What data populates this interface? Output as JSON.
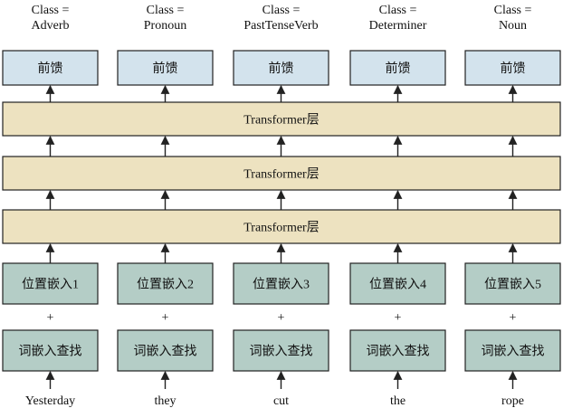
{
  "columns": [
    {
      "word": "Yesterday",
      "embed": "词嵌入查找",
      "pos": "位置嵌入1",
      "ffn": "前馈",
      "class_label": "Class =",
      "class_value": "Adverb"
    },
    {
      "word": "they",
      "embed": "词嵌入查找",
      "pos": "位置嵌入2",
      "ffn": "前馈",
      "class_label": "Class =",
      "class_value": "Pronoun"
    },
    {
      "word": "cut",
      "embed": "词嵌入查找",
      "pos": "位置嵌入3",
      "ffn": "前馈",
      "class_label": "Class =",
      "class_value": "PastTenseVerb"
    },
    {
      "word": "the",
      "embed": "词嵌入查找",
      "pos": "位置嵌入4",
      "ffn": "前馈",
      "class_label": "Class =",
      "class_value": "Determiner"
    },
    {
      "word": "rope",
      "embed": "词嵌入查找",
      "pos": "位置嵌入5",
      "ffn": "前馈",
      "class_label": "Class =",
      "class_value": "Noun"
    }
  ],
  "plus_sign": "+",
  "transformer_layers": [
    "Transformer层",
    "Transformer层",
    "Transformer层"
  ],
  "colors": {
    "green_box": "#b4cdc6",
    "blue_box": "#d3e3ed",
    "tan_box": "#ede2c0",
    "stroke": "#222222"
  }
}
